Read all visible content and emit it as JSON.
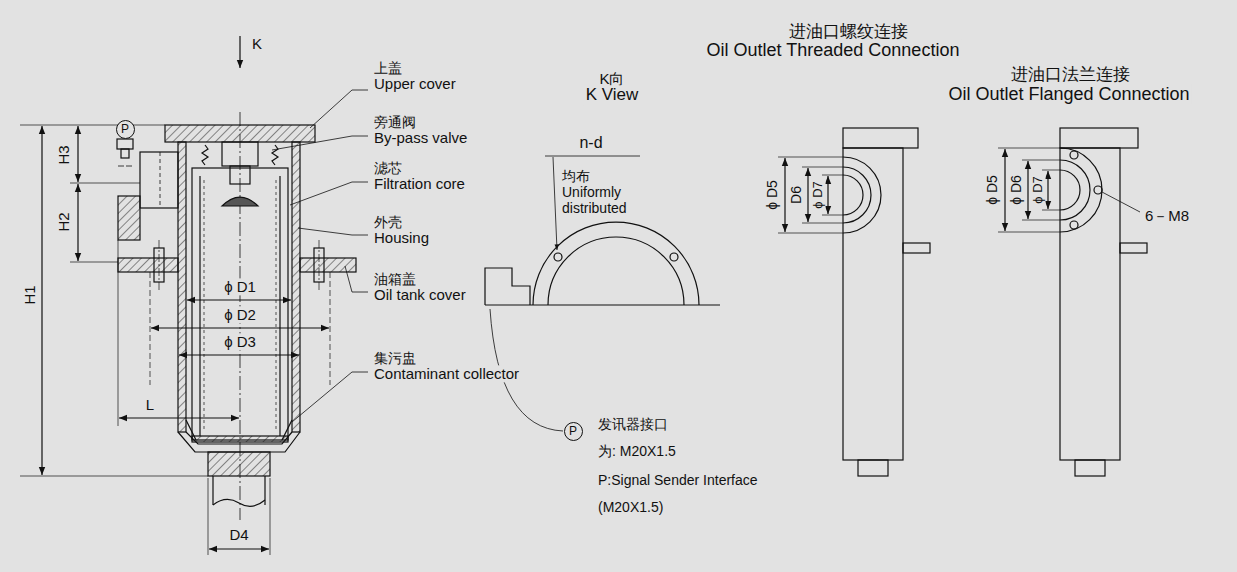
{
  "diagram": {
    "nodes": [
      {
        "text": [
          "P"
        ]
      },
      {
        "text": [
          "P"
        ]
      }
    ],
    "labels": [
      "K",
      "上盖",
      "Upper cover",
      "旁通阀",
      "By-pass valve",
      "滤芯",
      "Filtration core",
      "外壳",
      "Housing",
      "油箱盖",
      "Oil tank cover",
      "集污盅",
      "Contaminant collector",
      "H3",
      "H2",
      "H1",
      "ϕ D1",
      "ϕ D2",
      "ϕ D3",
      "L",
      "D4",
      "K向",
      "K View",
      "n-d",
      "均布",
      "Uniformly distributed",
      "发讯器接口",
      "为: M20X1.5",
      "P:Signal Sender Interface",
      "(M20X1.5)",
      "进油口螺纹连接",
      "Oil Outlet Threaded Connection",
      "进油口法兰连接",
      "Oil Outlet Flanged Connection",
      "ϕ D5",
      "D6",
      "ϕ D7",
      "ϕ D5",
      "ϕ D6",
      "ϕ D7",
      "6－M8"
    ]
  }
}
